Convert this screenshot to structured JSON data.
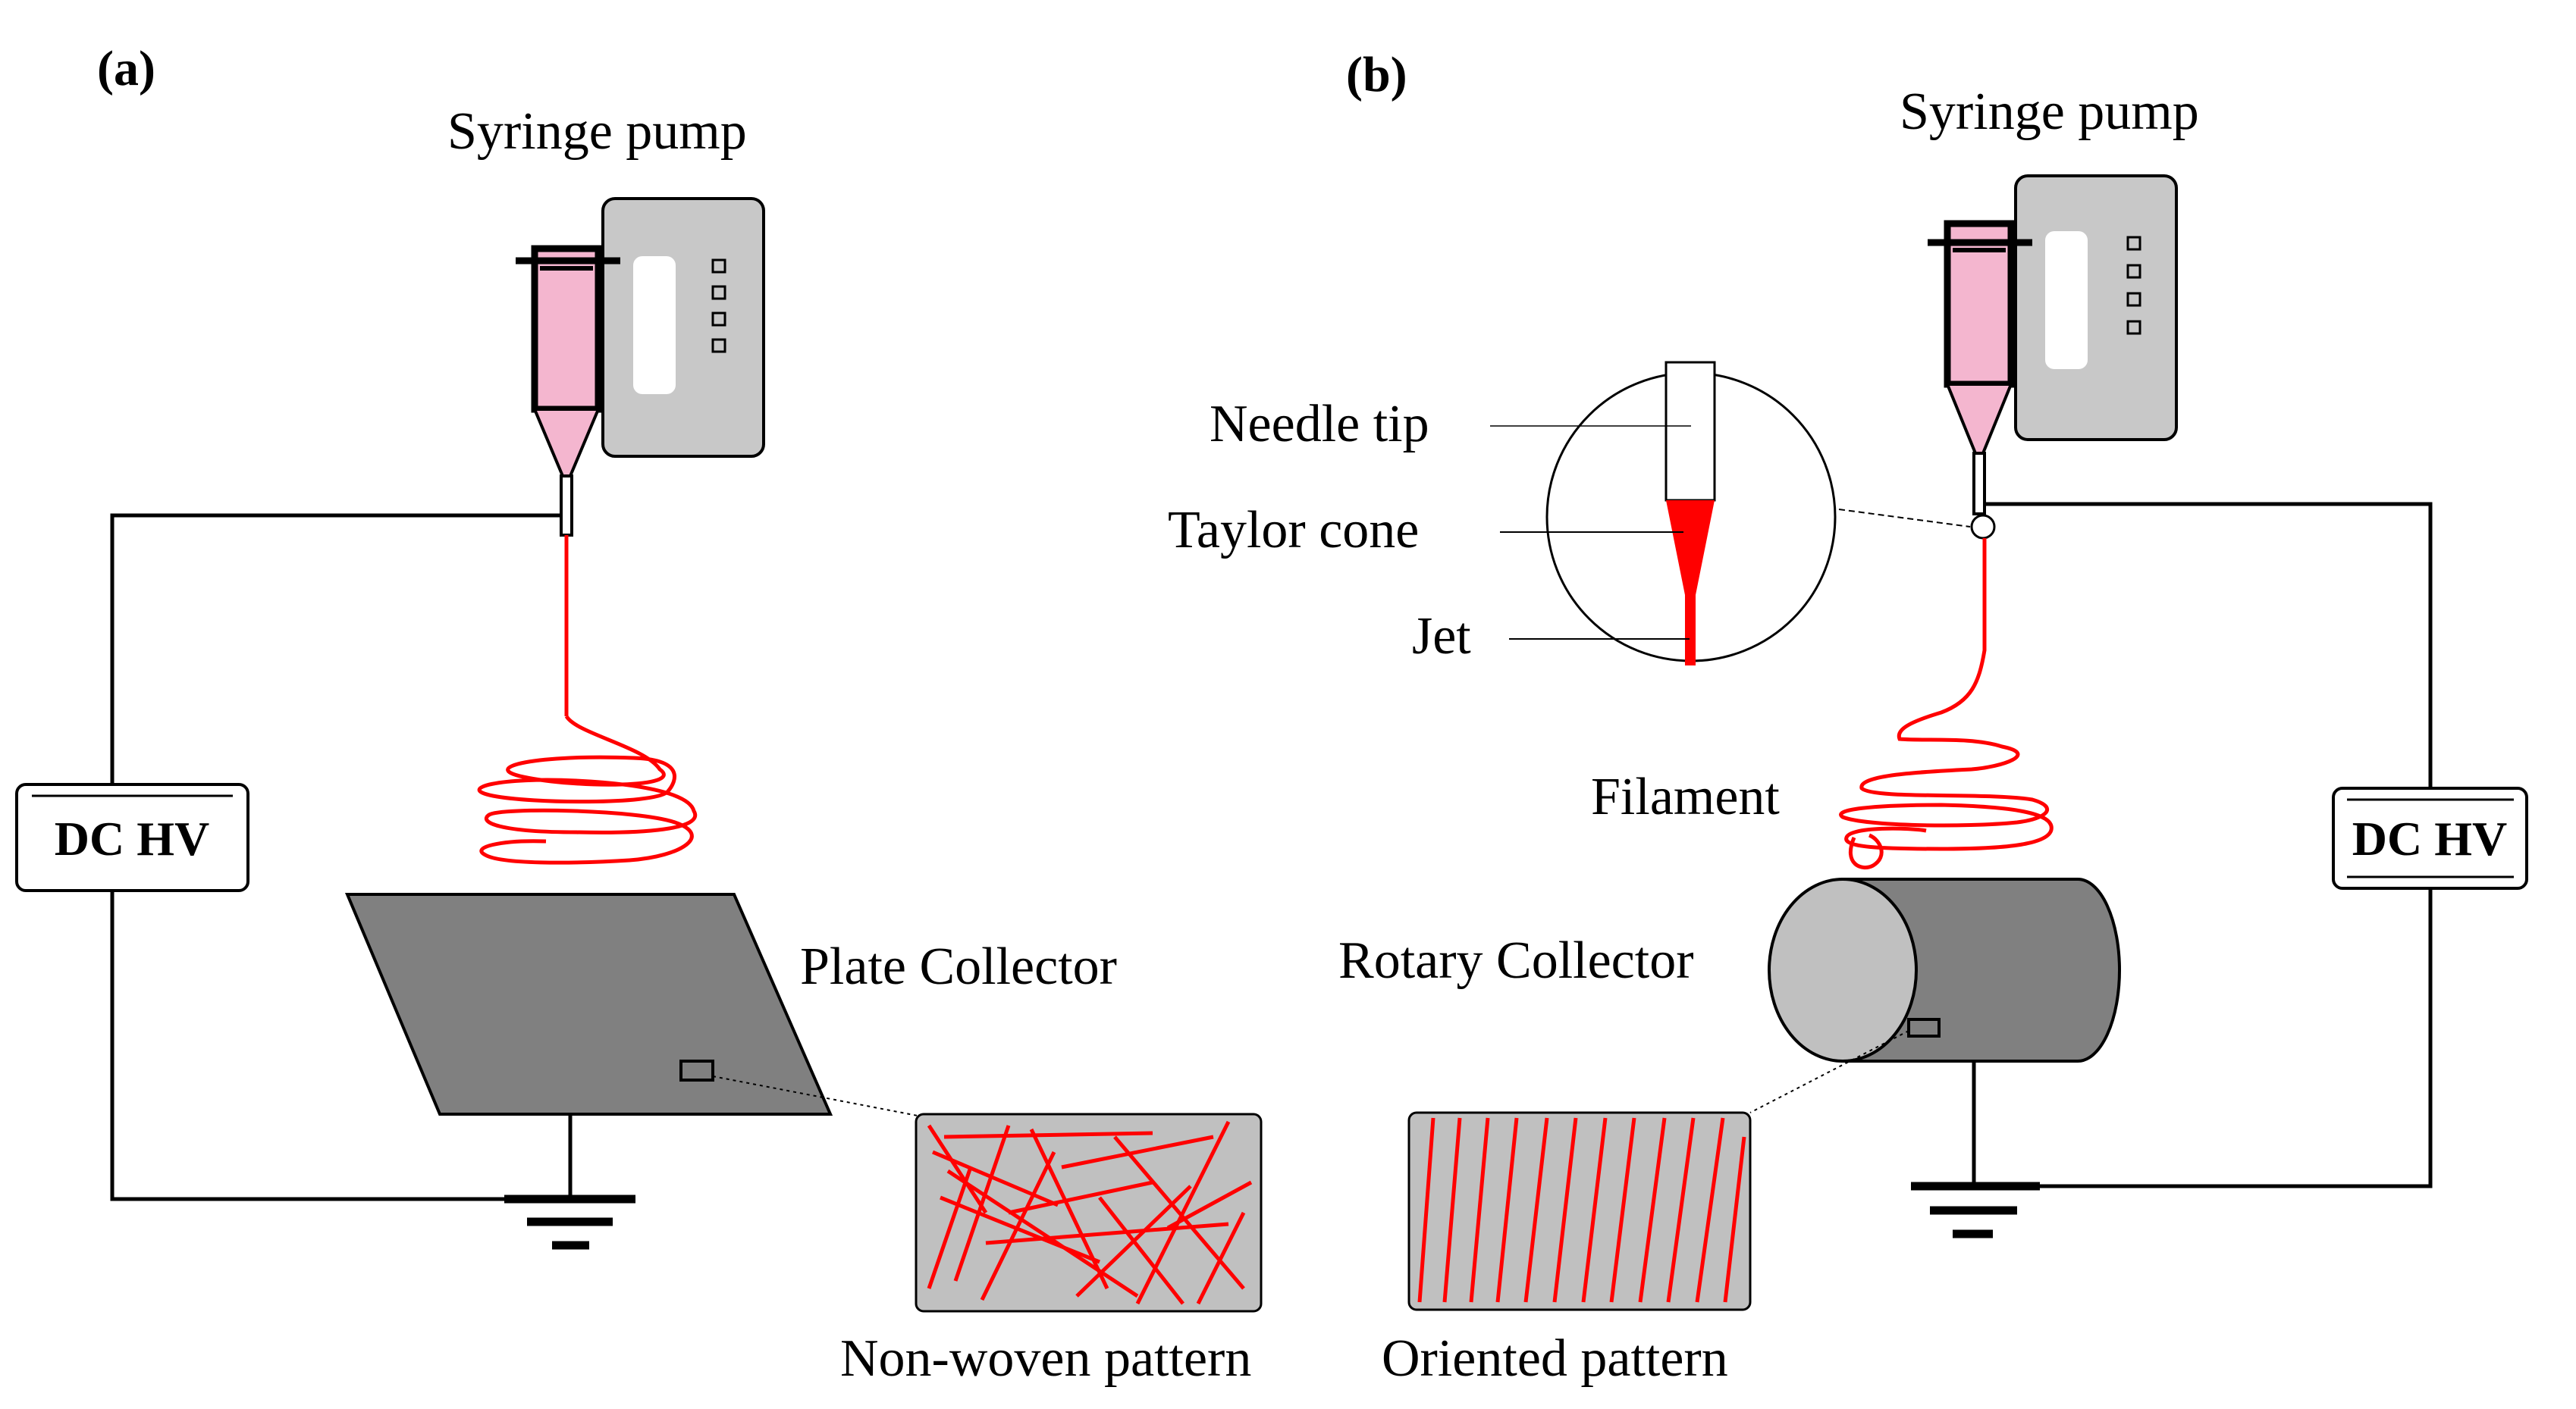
{
  "panels": {
    "a": {
      "label": "(a)",
      "syringe_pump": "Syringe pump",
      "power_supply": "DC HV",
      "collector": "Plate Collector",
      "pattern": "Non-woven pattern"
    },
    "b": {
      "label": "(b)",
      "syringe_pump": "Syringe pump",
      "needle_tip": "Needle tip",
      "taylor_cone": "Taylor cone",
      "jet": "Jet",
      "filament": "Filament",
      "collector": "Rotary Collector",
      "power_supply": "DC HV",
      "pattern": "Oriented pattern"
    }
  },
  "colors": {
    "fiber": "#ff0000",
    "syringe_fluid": "#f4b6cf",
    "pump_body": "#c8c8c8",
    "collector": "#808080",
    "pattern_bg": "#c0c0c0"
  }
}
